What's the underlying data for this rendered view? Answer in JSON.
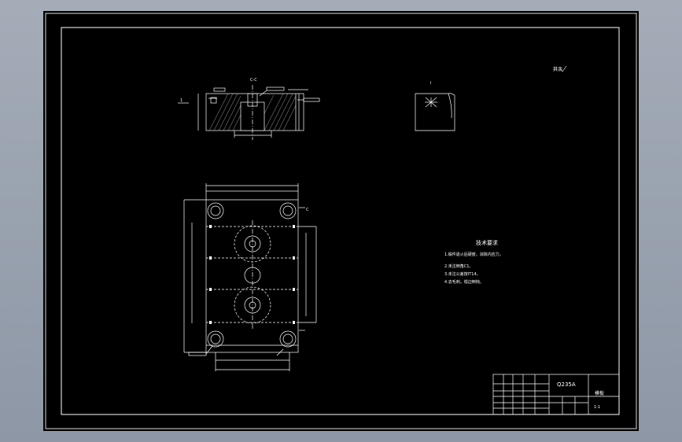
{
  "colors": {
    "background": "#000000",
    "line": "#ffffff",
    "frame_outer": "#8e97a6"
  },
  "section_view": {
    "label": "C-C",
    "marker": "1"
  },
  "detail_view": {
    "label": "I"
  },
  "roughness_note": "其余",
  "plan_view": {
    "marker_c": "C"
  },
  "technical_requirements": {
    "title": "技术要求",
    "items": [
      "1.锻件退火后硬度，消除内应力。",
      "2.未注倒角C1。",
      "3.未注公差按IT14。",
      "4.去毛刺，锐边倒钝。"
    ]
  },
  "title_block": {
    "material": "Q235A",
    "part_name": "模板",
    "scale": "1:1"
  }
}
